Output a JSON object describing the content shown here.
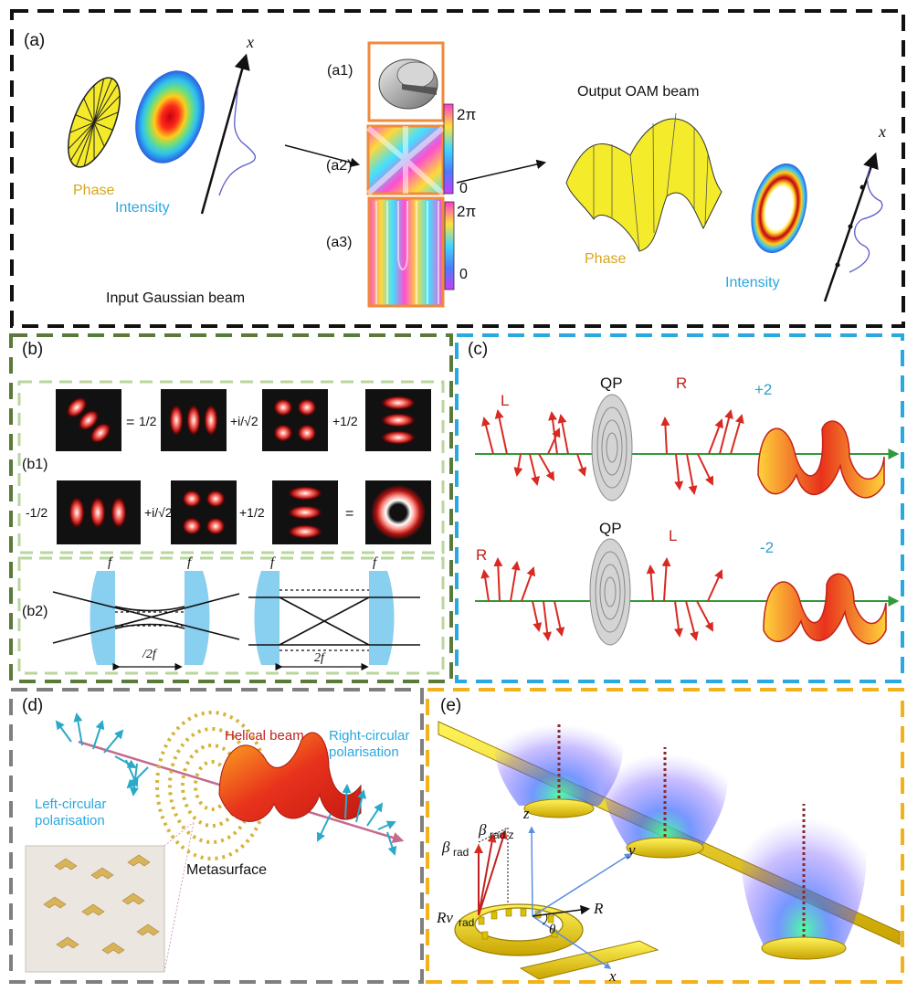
{
  "colors": {
    "panel_a_border": "#111111",
    "panel_b_border": "#5a7a3a",
    "panel_b_inner_border": "#b9d69c",
    "panel_c_border": "#2aa9e0",
    "panel_d_border": "#7f7f7f",
    "panel_e_border": "#f2b21c",
    "phase_text": "#d8a51e",
    "intensity_text": "#29a8df",
    "red_label": "#c0211f",
    "blue_label": "#2f9fd0",
    "lens_blue": "#88cff0"
  },
  "panel_a": {
    "label": "(a)",
    "phase": "Phase",
    "intensity": "Intensity",
    "input": "Input Gaussian beam",
    "output": "Output OAM beam",
    "x_axis": "x",
    "sub_a1": "(a1)",
    "sub_a2": "(a2)",
    "sub_a3": "(a3)",
    "scale_top": "2π",
    "scale_bottom": "0",
    "phase_out": "Phase",
    "intensity_out": "Intensity",
    "x_axis_out": "x"
  },
  "panel_b": {
    "label": "(b)",
    "sub_b1": "(b1)",
    "sub_b2": "(b2)",
    "row1": {
      "eq": "=",
      "c1": "1/2",
      "c2": "+i/√2",
      "c3": "+1/2"
    },
    "row2": {
      "c0": "-1/2",
      "c2": "+i/√2",
      "c3": "+1/2",
      "eq": "="
    },
    "lens_f": "f",
    "dist_left": "/2f",
    "dist_right": "2f"
  },
  "panel_c": {
    "label": "(c)",
    "top": {
      "in": "L",
      "plate": "QP",
      "out": "R",
      "charge": "+2"
    },
    "bottom": {
      "in": "R",
      "plate": "QP",
      "out": "L",
      "charge": "-2"
    }
  },
  "panel_d": {
    "label": "(d)",
    "helical": "Helical beam",
    "right_pol_1": "Right-circular",
    "right_pol_2": "polarisation",
    "left_pol_1": "Left-circular",
    "left_pol_2": "polarisation",
    "metasurface": "Metasurface"
  },
  "panel_e": {
    "label": "(e)",
    "beta_rad": "β",
    "beta_rad_sub": "rad",
    "beta_rad_z": "β",
    "beta_rad_z_sub": "rad z",
    "rv": "Rv",
    "rv_sub": "rad",
    "z_axis": "z",
    "y_axis": "y",
    "x_axis": "x",
    "r_axis": "R",
    "theta": "θ"
  }
}
